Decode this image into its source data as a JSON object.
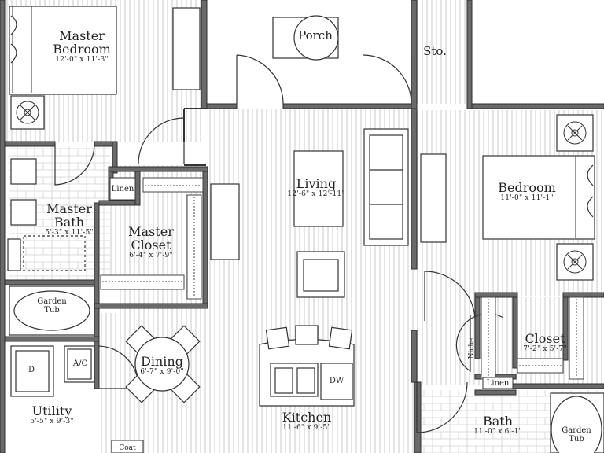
{
  "rooms": {
    "master_bedroom": {
      "name_line1": "Master",
      "name_line2": "Bedroom",
      "dims": "12'-0\" x 11'-3\""
    },
    "porch": {
      "name": "Porch"
    },
    "storage": {
      "name": "Sto."
    },
    "living": {
      "name": "Living",
      "dims": "12'-6\" x 12'-11\""
    },
    "bedroom": {
      "name": "Bedroom",
      "dims": "11'-0\" x 11'-1\""
    },
    "master_bath": {
      "name_line1": "Master",
      "name_line2": "Bath",
      "dims": "5'-3\" x 11'-5\""
    },
    "master_closet": {
      "name_line1": "Master",
      "name_line2": "Closet",
      "dims": "6'-4\" x 7'-9\""
    },
    "closet": {
      "name": "Closet",
      "dims": "7'-2\" x 5'-7\""
    },
    "dining": {
      "name": "Dining",
      "dims": "6'-7\" x 9'-0\""
    },
    "kitchen": {
      "name": "Kitchen",
      "dims": "11'-6\" x 9'-5\""
    },
    "utility": {
      "name": "Utility",
      "dims": "5'-5\" x 9'-3\""
    },
    "bath": {
      "name": "Bath",
      "dims": "11'-0\" x 6'-1\""
    }
  },
  "fixtures": {
    "linen_master": "Linen",
    "linen_hall": "Linen",
    "garden_tub_left_line1": "Garden",
    "garden_tub_left_line2": "Tub",
    "garden_tub_right_line1": "Garden",
    "garden_tub_right_line2": "Tub",
    "ac": "A/C",
    "dryer": "D",
    "dishwasher": "DW",
    "niche": "Niche",
    "coat": "Coat"
  }
}
